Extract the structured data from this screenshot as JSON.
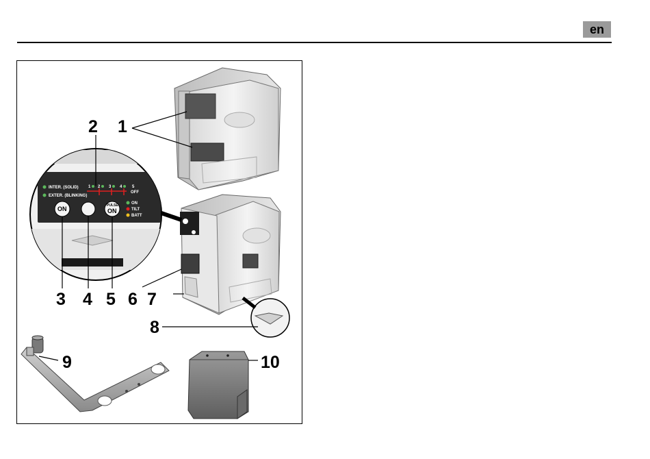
{
  "header": {
    "language_badge": "en"
  },
  "figure": {
    "callouts": [
      "1",
      "2",
      "3",
      "4",
      "5",
      "6",
      "7",
      "8",
      "9",
      "10"
    ],
    "panel": {
      "inter_label": "INTER. (SOLID)",
      "exter_label": "EXTER. (BLINKING)",
      "modes": [
        "1",
        "2",
        "3",
        "4",
        "5"
      ],
      "off_label": "OFF",
      "on_button": "ON",
      "pulse_label": "PULSE",
      "pulse_on": "ON",
      "status_on": "ON",
      "status_tilt": "TILT",
      "status_batt": "BATT"
    },
    "colors": {
      "led_green": "#5cb85c",
      "led_red": "#e02020",
      "led_yellow": "#f0c020"
    }
  }
}
